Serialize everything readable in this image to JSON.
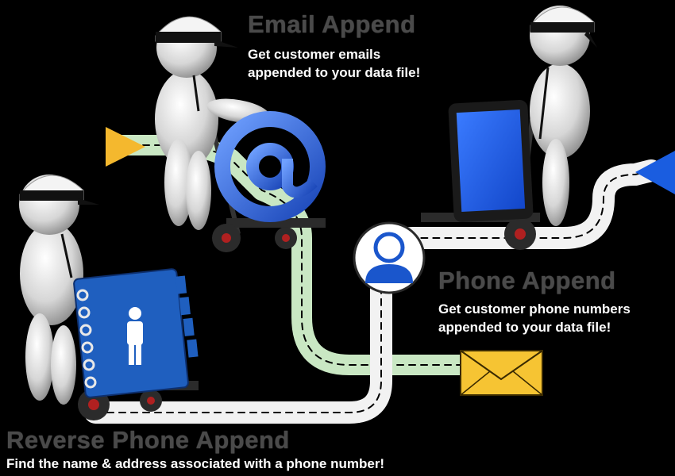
{
  "email_append": {
    "title": "Email Append",
    "line1": "Get customer emails",
    "line2": "appended to your data file!",
    "icon": "at-sign-icon"
  },
  "phone_append": {
    "title": "Phone Append",
    "line1": "Get customer phone numbers",
    "line2": "appended to your data file!",
    "icon": "smartphone-icon"
  },
  "reverse_phone_append": {
    "title": "Reverse Phone Append",
    "line1": "Find the name & address associated with a phone number!",
    "icon": "address-book-icon"
  },
  "colors": {
    "background": "#000000",
    "title_gray": "#4a4a4a",
    "path_green": "#c9e7c3",
    "path_white": "#f2f2f2",
    "accent_blue": "#1f5fbf",
    "accent_yellow": "#f4c23a"
  }
}
